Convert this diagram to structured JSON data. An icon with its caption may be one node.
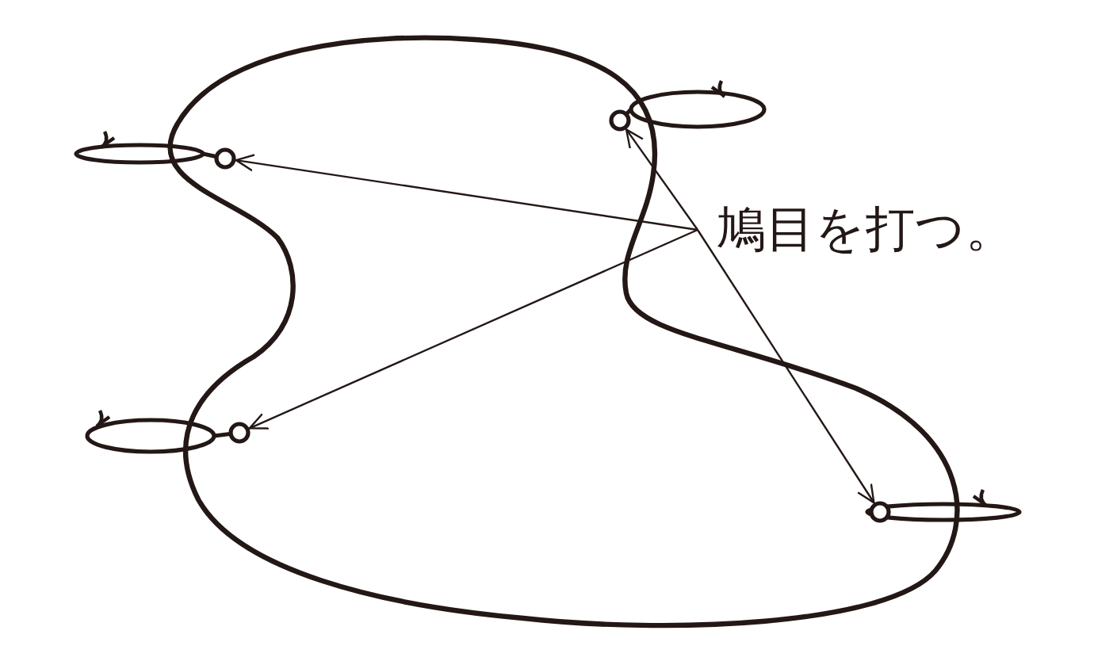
{
  "diagram": {
    "nodes": [
      {
        "text": [
          "鳩目を打つ。"
        ]
      },
      {
        "text": [],
        "shape": "circle"
      },
      {
        "text": [],
        "shape": "circle"
      },
      {
        "text": [],
        "shape": "circle"
      },
      {
        "text": [],
        "shape": "circle"
      }
    ],
    "edges": [
      {
        "from": 0,
        "to": 1,
        "arrow": "to"
      },
      {
        "from": 0,
        "to": 2,
        "arrow": "to"
      },
      {
        "from": 0,
        "to": 3,
        "arrow": "to"
      },
      {
        "from": 0,
        "to": 4,
        "arrow": "to"
      }
    ]
  }
}
